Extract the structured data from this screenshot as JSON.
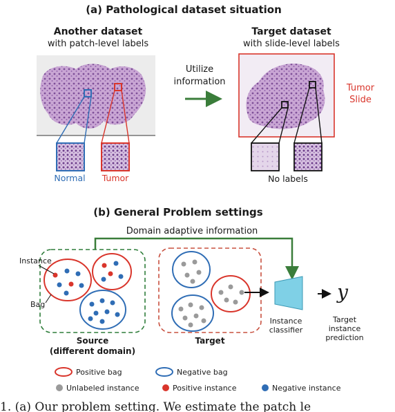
{
  "part_a": {
    "title": "(a) Pathological dataset situation",
    "source": {
      "heading": "Another dataset",
      "subheading": "with patch-level labels",
      "normal_label": "Normal",
      "tumor_label": "Tumor"
    },
    "arrow_text_1": "Utilize",
    "arrow_text_2": "information",
    "target": {
      "heading": "Target dataset",
      "subheading": "with slide-level labels",
      "slide_label_1": "Tumor",
      "slide_label_2": "Slide",
      "no_labels": "No labels"
    }
  },
  "part_b": {
    "title": "(b) General Problem settings",
    "domain_info": "Domain adaptive information",
    "instance_label": "Instance",
    "bag_label": "Bag",
    "source_label_1": "Source",
    "source_label_2": "(different domain)",
    "target_label": "Target",
    "classifier_1": "Instance",
    "classifier_2": "classifier",
    "output_symbol": "y",
    "prediction_1": "Target",
    "prediction_2": "instance",
    "prediction_3": "prediction",
    "legend": {
      "positive_bag": "Positive bag",
      "negative_bag": "Negative bag",
      "unlabeled_instance": "Unlabeled instance",
      "positive_instance": "Positive instance",
      "negative_instance": "Negative instance"
    }
  },
  "caption": "1. (a) Our problem setting. We estimate the patch le",
  "colors": {
    "positive": "#d9352b",
    "negative": "#2f6db5",
    "unlabeled": "#9a9a9a",
    "source_border": "#2e7d3a",
    "target_border": "#c8503f",
    "arrow_green": "#3a7d3a",
    "classifier": "#7fd0e6",
    "tissue": "#a77bb8"
  }
}
